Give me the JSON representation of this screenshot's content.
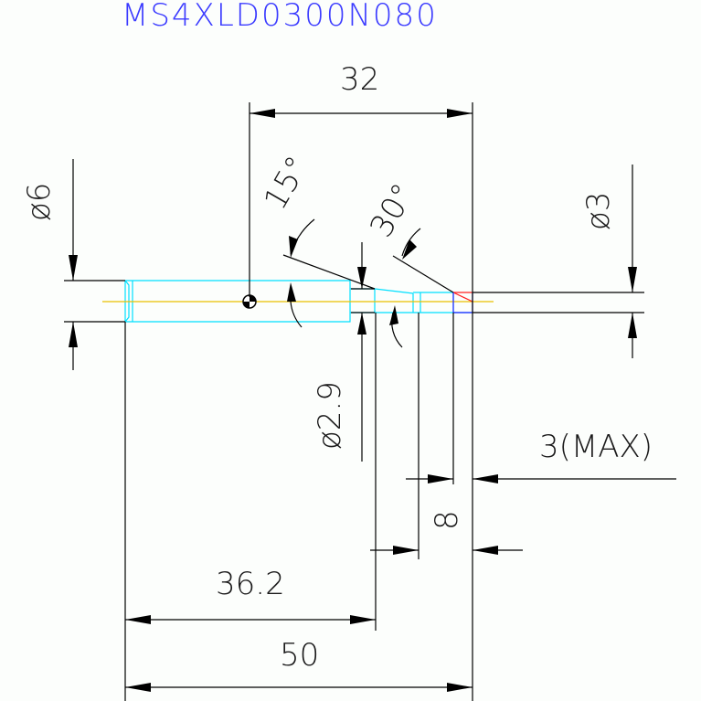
{
  "drawing": {
    "part_number": "MS4XLD0300N080",
    "colors": {
      "title": "#3b3bff",
      "body_outline": "#00e0ff",
      "centerline": "#e8c000",
      "dimension": "#000000",
      "tip_red": "#ff2020",
      "tip_blue": "#2020ff"
    },
    "dimensions": {
      "length_32": "32",
      "angle_15": "15°",
      "angle_30": "30°",
      "dia_6": "ø6",
      "dia_3": "ø3",
      "dia_2_9": "ø2.9",
      "max_3": "3(MAX)",
      "len_8": "8",
      "len_36_2": "36.2",
      "len_50": "50"
    }
  }
}
